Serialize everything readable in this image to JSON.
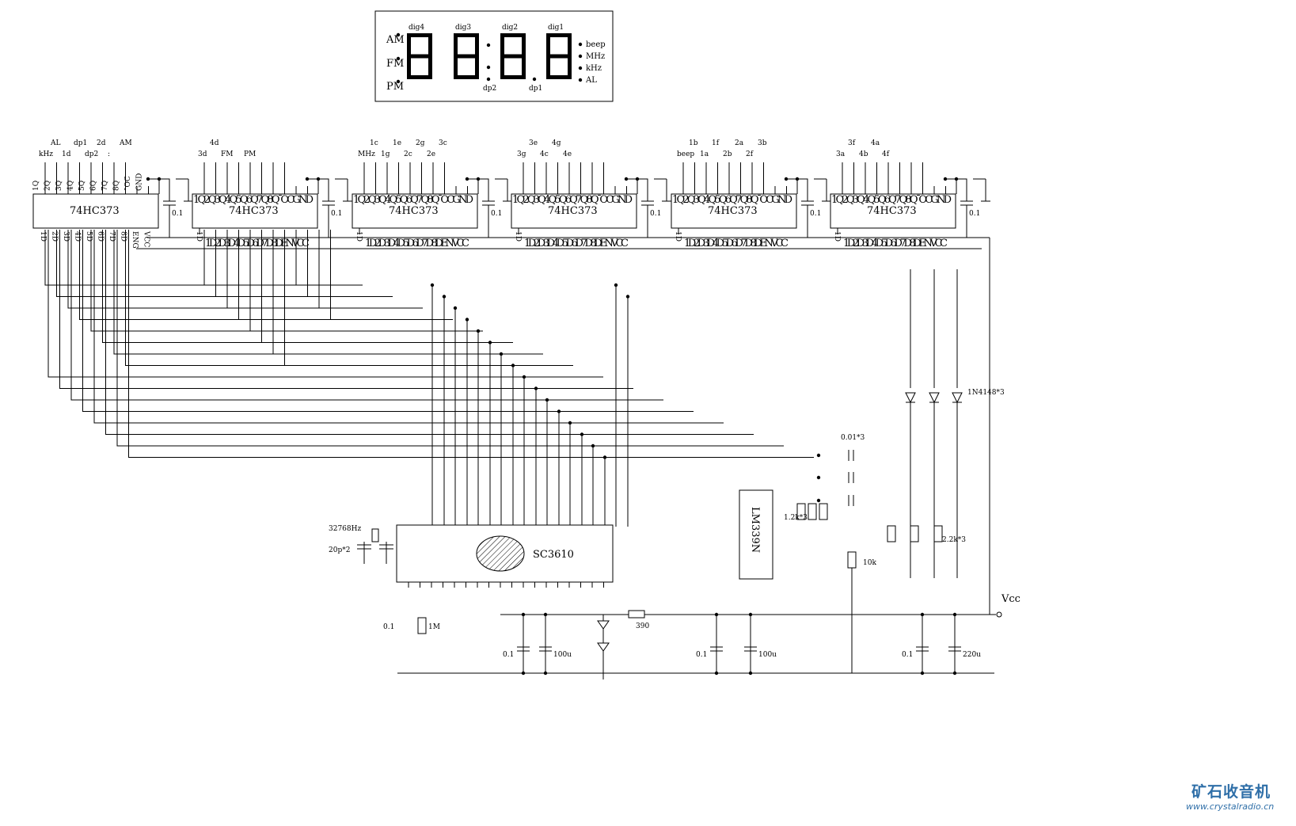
{
  "display": {
    "left_labels": [
      "AM",
      "FM",
      "PM"
    ],
    "digit_labels": [
      "dig4",
      "dig3",
      "dig2",
      "dig1"
    ],
    "dp_labels": [
      "dp2",
      "dp1"
    ],
    "right_labels": [
      "beep",
      "MHz",
      "kHz",
      "AL"
    ]
  },
  "latches": [
    {
      "part": "74HC373",
      "upper": [
        "kHz",
        "1d",
        "dp2",
        ":"
      ],
      "lower": [
        "AL",
        "dp1",
        "2d",
        "AM"
      ],
      "top_pins": "1Q2Q3Q4Q5Q6Q7Q8Q¯OCGND",
      "bottom_pins": "1D2D3D4D5D6D7D8DENVCC"
    },
    {
      "part": "74HC373",
      "upper": [
        "3d",
        "FM",
        "PM"
      ],
      "lower": [
        "4d"
      ],
      "top_pins": "1Q2Q3Q4Q5Q6Q7Q8Q¯OCGND",
      "bottom_pins": "1D2D3D4D5D6D7D8DENVCC"
    },
    {
      "part": "74HC373",
      "upper": [
        "MHz",
        "1g",
        "2c",
        "2e"
      ],
      "lower": [
        "1c",
        "1e",
        "2g",
        "3c"
      ],
      "top_pins": "1Q2Q3Q4Q5Q6Q7Q8Q¯OCGND",
      "bottom_pins": "1D2D3D4D5D6D7D8DENVCC"
    },
    {
      "part": "74HC373",
      "upper": [
        "3g",
        "4c",
        "4e"
      ],
      "lower": [
        "3e",
        "4g"
      ],
      "top_pins": "1Q2Q3Q4Q5Q6Q7Q8Q¯OCGND",
      "bottom_pins": "1D2D3D4D5D6D7D8DENVCC"
    },
    {
      "part": "74HC373",
      "upper": [
        "beep",
        "1a",
        "2b",
        "2f"
      ],
      "lower": [
        "1b",
        "1f",
        "2a",
        "3b"
      ],
      "top_pins": "1Q2Q3Q4Q5Q6Q7Q8Q¯OCGND",
      "bottom_pins": "1D2D3D4D5D6D7D8DENVCC"
    },
    {
      "part": "74HC373",
      "upper": [
        "3a",
        "4b",
        "4f"
      ],
      "lower": [
        "3f",
        "4a"
      ],
      "top_pins": "1Q2Q3Q4Q5Q6Q7Q8Q¯OCGND",
      "bottom_pins": "1D2D3D4D5D6D7D8DENVCC"
    }
  ],
  "first_latch_pins": {
    "top": [
      "1Q",
      "2Q",
      "3Q",
      "4Q",
      "5Q",
      "6Q",
      "7Q",
      "8Q",
      "¯OC",
      "GND"
    ],
    "bottom": [
      "1D",
      "2D",
      "3D",
      "4D",
      "5D",
      "6D",
      "7D",
      "8D",
      "ENG",
      "VCC"
    ]
  },
  "decoupling": "0.1",
  "components": {
    "controller": "SC3610",
    "comparator": "LM339N",
    "crystal": "32768Hz",
    "crystal_caps": "20p*2",
    "diodes": "1N4148*3",
    "caps_top": "0.01*3",
    "res_a": "1.2k*3",
    "res_b": "2.2k*3",
    "pot": "10k",
    "r_390": "390",
    "r_1m": "1M",
    "c_01": "0.1",
    "c_100u": "100u",
    "c_220u": "220u",
    "vcc": "Vcc"
  },
  "watermark": {
    "cn": "矿石收音机",
    "url": "www.crystalradio.cn"
  }
}
